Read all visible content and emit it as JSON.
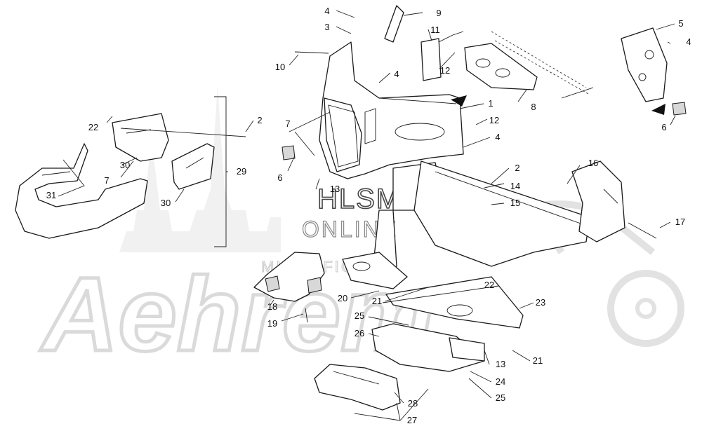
{
  "watermark": {
    "brand": "Aehrem",
    "hlsm": "HLSM",
    "online": "ONLINE",
    "micro": "MICROFICHE"
  },
  "callouts": [
    {
      "id": "c1",
      "text": "1"
    },
    {
      "id": "c2a",
      "text": "2"
    },
    {
      "id": "c2b",
      "text": "2"
    },
    {
      "id": "c3",
      "text": "3"
    },
    {
      "id": "c4a",
      "text": "4"
    },
    {
      "id": "c4b",
      "text": "4"
    },
    {
      "id": "c4c",
      "text": "4"
    },
    {
      "id": "c4d",
      "text": "4"
    },
    {
      "id": "c5",
      "text": "5"
    },
    {
      "id": "c6a",
      "text": "6"
    },
    {
      "id": "c6b",
      "text": "6"
    },
    {
      "id": "c7a",
      "text": "7"
    },
    {
      "id": "c7b",
      "text": "7"
    },
    {
      "id": "c8",
      "text": "8"
    },
    {
      "id": "c9",
      "text": "9"
    },
    {
      "id": "c10",
      "text": "10"
    },
    {
      "id": "c11",
      "text": "11"
    },
    {
      "id": "c12a",
      "text": "12"
    },
    {
      "id": "c12b",
      "text": "12"
    },
    {
      "id": "c13a",
      "text": "13"
    },
    {
      "id": "c13b",
      "text": "13"
    },
    {
      "id": "c14",
      "text": "14"
    },
    {
      "id": "c15",
      "text": "15"
    },
    {
      "id": "c16",
      "text": "16"
    },
    {
      "id": "c17",
      "text": "17"
    },
    {
      "id": "c18",
      "text": "18"
    },
    {
      "id": "c19",
      "text": "19"
    },
    {
      "id": "c20",
      "text": "20"
    },
    {
      "id": "c21a",
      "text": "21"
    },
    {
      "id": "c21b",
      "text": "21"
    },
    {
      "id": "c22a",
      "text": "22"
    },
    {
      "id": "c22b",
      "text": "22"
    },
    {
      "id": "c23",
      "text": "23"
    },
    {
      "id": "c24",
      "text": "24"
    },
    {
      "id": "c25a",
      "text": "25"
    },
    {
      "id": "c25b",
      "text": "25"
    },
    {
      "id": "c26",
      "text": "26"
    },
    {
      "id": "c27",
      "text": "27"
    },
    {
      "id": "c28",
      "text": "28"
    },
    {
      "id": "c29",
      "text": "29"
    },
    {
      "id": "c30a",
      "text": "30"
    },
    {
      "id": "c30b",
      "text": "30"
    },
    {
      "id": "c31",
      "text": "31"
    }
  ]
}
